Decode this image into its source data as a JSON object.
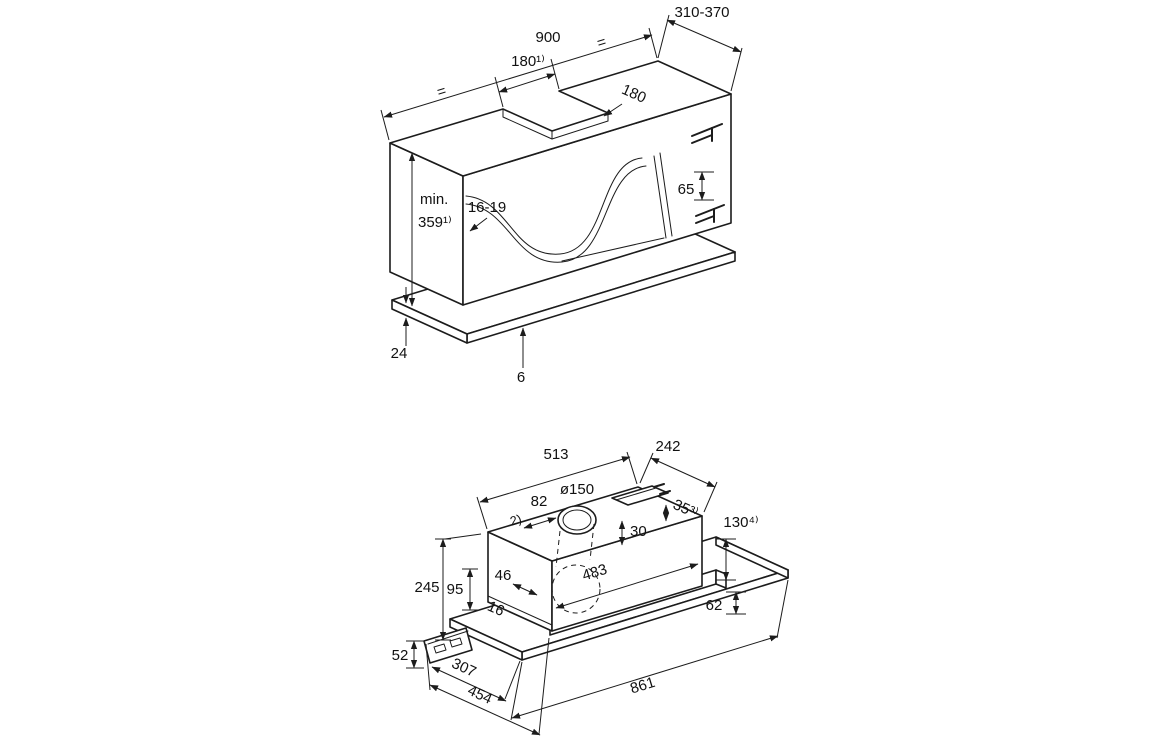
{
  "page": {
    "background": "#ffffff",
    "line_color": "#1c1c1c",
    "type": "installation-dimension-drawing"
  },
  "upper_view": {
    "name": "cabinet cutout isometric view",
    "dims": {
      "width": "900",
      "depth_range": "310-370",
      "equal_left": "=",
      "equal_right": "=",
      "cutout_width": "180¹⁾",
      "cutout_depth": "180",
      "min_label": "min.",
      "min_height": "359¹⁾",
      "panel_thickness": "16-19",
      "bracket_spacing": "65",
      "base_thickness": "24",
      "base_gap": "6"
    }
  },
  "lower_view": {
    "name": "hood body isometric view",
    "dims": {
      "body_width": "513",
      "body_depth": "242",
      "duct_diameter": "ø150",
      "duct_offset": "82",
      "footnote_2": "2)",
      "bracket_offset": "35³⁾",
      "duct_center_offset": "30",
      "visor_height": "130⁴⁾",
      "total_height": "245",
      "blower_height": "95",
      "side_offset": "46",
      "inner_width": "483",
      "panel_thickness": "16",
      "front_strip_height": "62",
      "rail_height": "52",
      "depth_inner": "307",
      "depth_total": "454",
      "overall_width": "861"
    }
  }
}
